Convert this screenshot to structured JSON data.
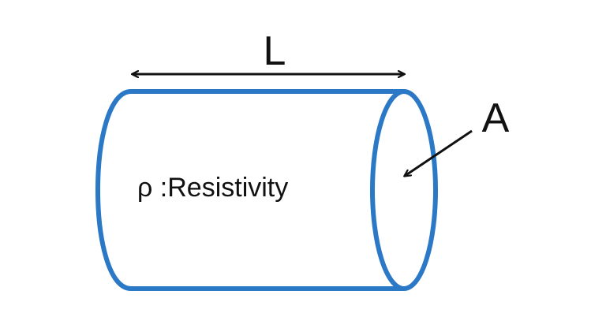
{
  "labels": {
    "length": "L",
    "area": "A",
    "resistivity": "ρ :Resistivity"
  },
  "colors": {
    "cylinder_stroke": "#2a78c6",
    "arrow": "#111111",
    "text": "#111111",
    "background": "#ffffff"
  },
  "icons": {
    "length_arrow": "double-headed-arrow",
    "area_pointer": "arrow"
  }
}
